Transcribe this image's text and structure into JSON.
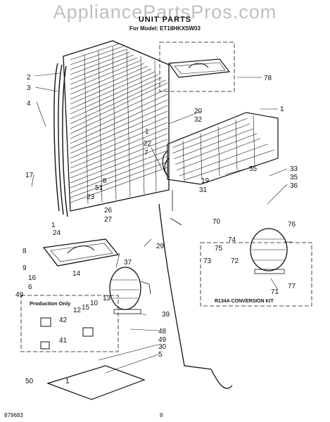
{
  "watermark": "AppliancePartsPros.com",
  "title": "UNIT PARTS",
  "model_line": "For Model: ET18HKXSW03",
  "footer_code": "879683",
  "page_number": "8",
  "inset_labels": {
    "production_only": "Production Only",
    "conversion_kit": "R134A  CONVERSION  KIT"
  },
  "callouts": {
    "c1a": "1",
    "c1b": "1",
    "c1c": "1",
    "c1d": "1",
    "c1e": "1",
    "c2": "2",
    "c3": "3",
    "c4": "4",
    "c5": "5",
    "c6": "6",
    "c7": "7",
    "c8": "8",
    "c8b": "8",
    "c9": "9",
    "c10": "10",
    "c12": "12",
    "c13": "13",
    "c14": "14",
    "c15": "15",
    "c16": "16",
    "c17": "17",
    "c19": "19",
    "c20": "20",
    "c22": "22",
    "c23": "23",
    "c24": "24",
    "c26": "26",
    "c27": "27",
    "c29": "29",
    "c30": "30",
    "c31": "31",
    "c32": "32",
    "c33": "33",
    "c35": "35",
    "c36": "36",
    "c37": "37",
    "c39": "39",
    "c41": "41",
    "c42": "42",
    "c48": "48",
    "c49a": "49",
    "c49b": "49",
    "c50": "50",
    "c51": "51",
    "c55": "55",
    "c70": "70",
    "c71": "71",
    "c72": "72",
    "c73": "73",
    "c74": "74",
    "c75": "75",
    "c76": "76",
    "c77": "77",
    "c78": "78"
  }
}
